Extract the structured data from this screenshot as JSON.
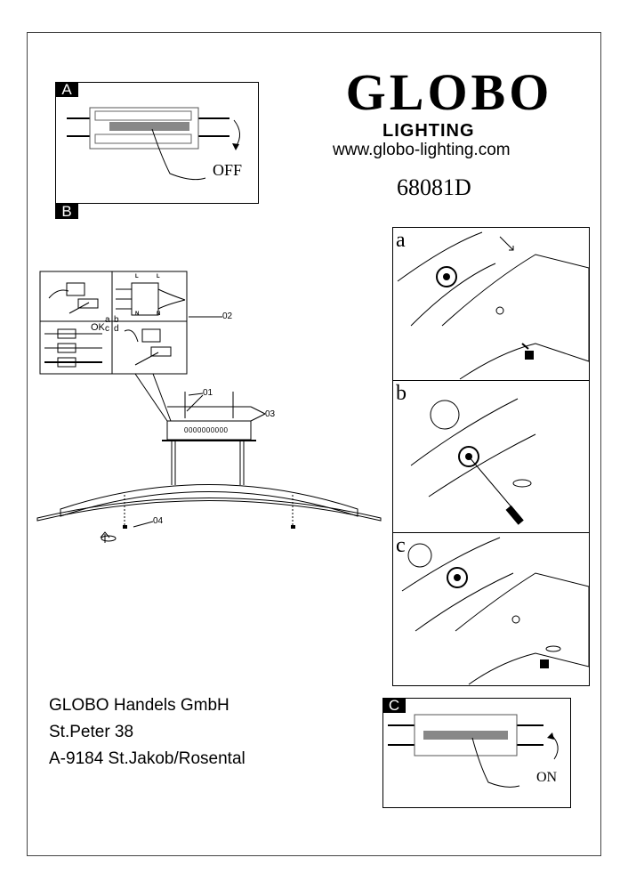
{
  "brand": {
    "name": "GLOBO",
    "subtitle": "LIGHTING",
    "url": "www.globo-lighting.com",
    "model": "68081D"
  },
  "panels": {
    "A": {
      "tag": "A",
      "state": "OFF"
    },
    "B": {
      "tag": "B"
    },
    "C": {
      "tag": "C",
      "state": "ON"
    },
    "a": {
      "label": "a"
    },
    "b": {
      "label": "b"
    },
    "c": {
      "label": "c"
    }
  },
  "diagram": {
    "inset_labels": {
      "a": "a",
      "b": "b",
      "c": "c",
      "d": "d",
      "ok": "OK",
      "L": "L",
      "N": "N"
    },
    "parts": [
      "01",
      "02",
      "03",
      "04"
    ],
    "box_code": "0000000000"
  },
  "address": [
    "GLOBO Handels GmbH",
    "St.Peter 38",
    "A-9184 St.Jakob/Rosental"
  ]
}
